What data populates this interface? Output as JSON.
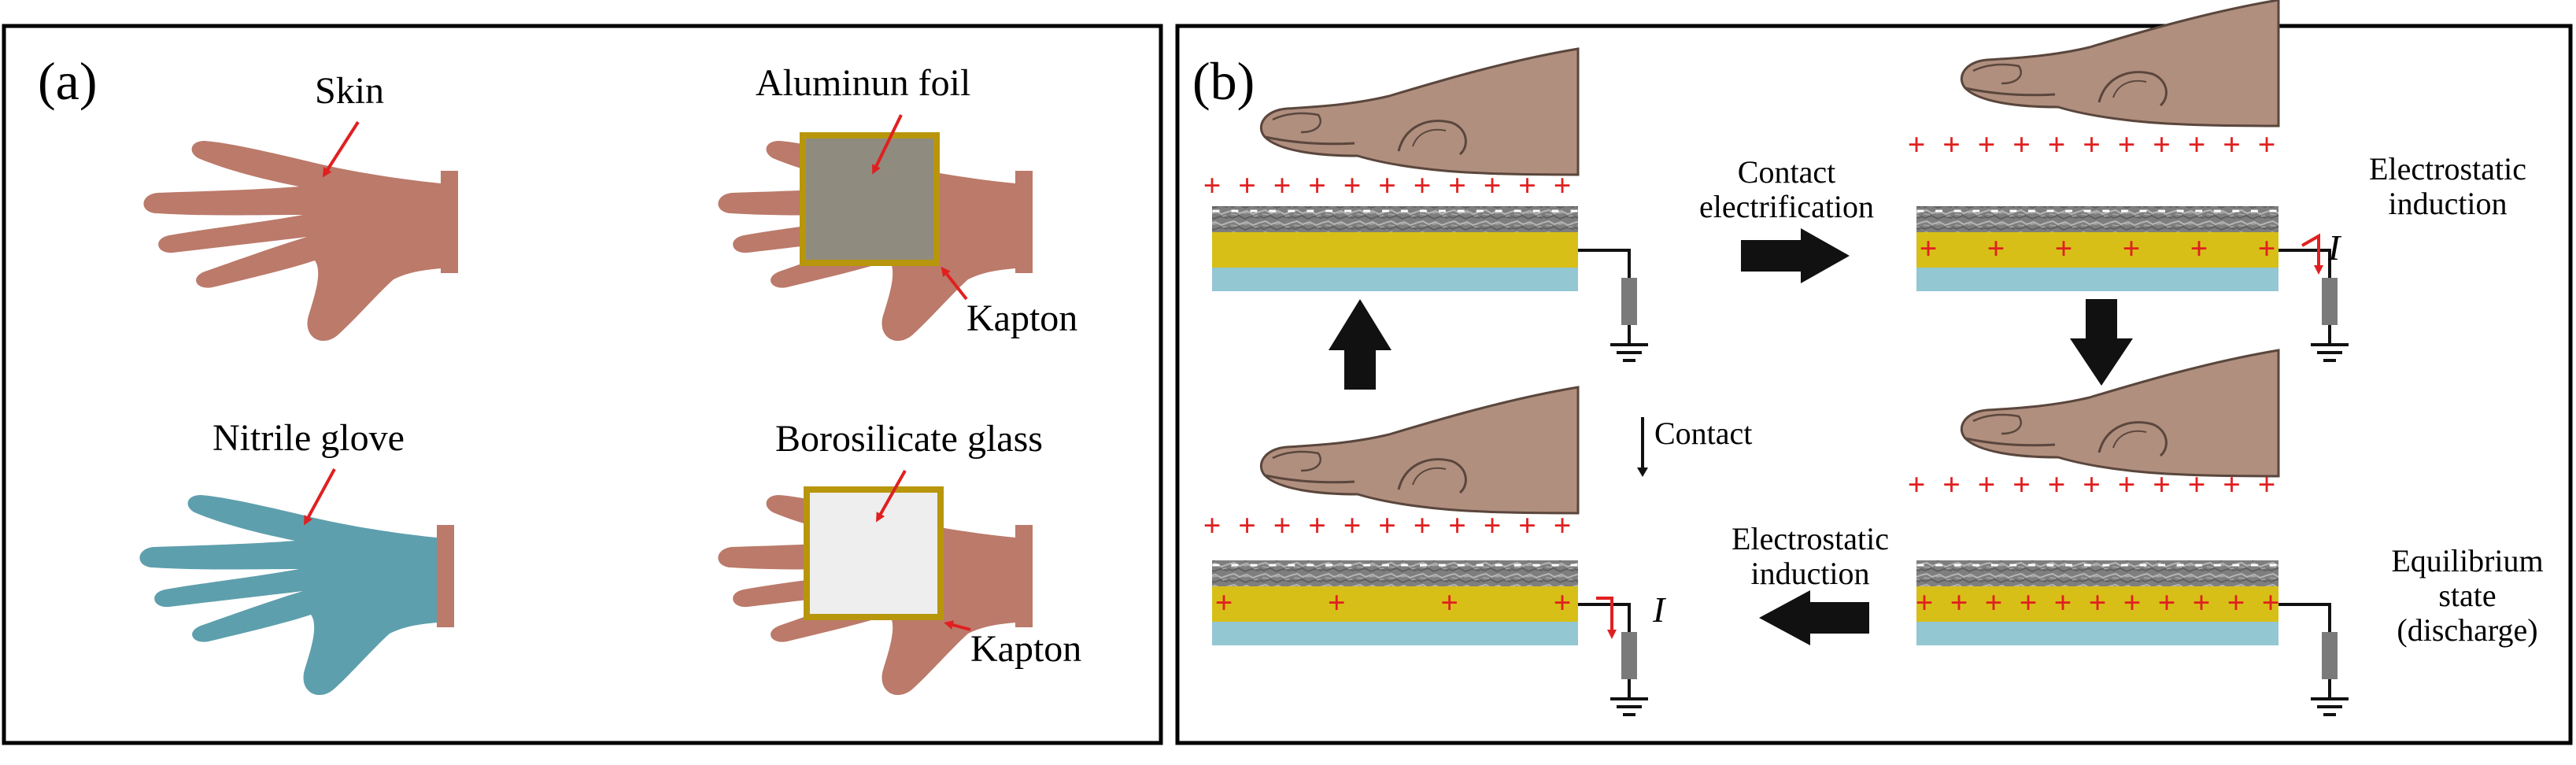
{
  "panel_a": {
    "letter": "(a)",
    "labels": {
      "skin": "Skin",
      "aluminum": "Aluminun foil",
      "kapton1": "Kapton",
      "nitrile": "Nitrile glove",
      "borosilicate": "Borosilicate glass",
      "kapton2": "Kapton"
    }
  },
  "panel_b": {
    "letter": "(b)",
    "contact_electrification": [
      "Contact",
      "electrification"
    ],
    "electrostatic_induction_top": [
      "Electrostatic",
      "induction"
    ],
    "electrostatic_induction_bottom": [
      "Electrostatic",
      "induction"
    ],
    "equilibrium": [
      "Equilibrium",
      "state",
      "(discharge)"
    ],
    "contact": "Contact",
    "current_symbol": "I",
    "plus_sign": "+",
    "minus_sign": "-"
  },
  "colors": {
    "skin": "#bb7a6a",
    "glove": "#5e9fad",
    "foil": "#8f8b7e",
    "kapton_border": "#b8960c",
    "glass": "#eeeeee",
    "hand": "#b08f7f",
    "electrode_gold": "#d7bf18",
    "substrate_blue": "#93c7d2",
    "texture_gray": "#8a8a8a",
    "charge_red": "#e02020",
    "label_arrow_red": "#e02020"
  }
}
